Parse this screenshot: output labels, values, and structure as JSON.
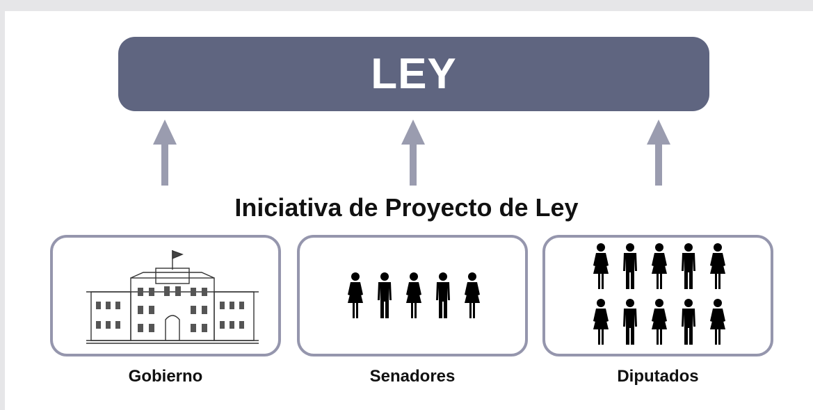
{
  "diagram": {
    "result_label": "LEY",
    "initiative_title": "Iniciativa de Proyecto de Ley",
    "sources": [
      {
        "label": "Gobierno",
        "icon": "government-palace-icon"
      },
      {
        "label": "Senadores",
        "icon": "people-group-icon",
        "people_count": 5
      },
      {
        "label": "Diputados",
        "icon": "people-group-icon",
        "people_count": 10
      }
    ],
    "colors": {
      "bar": "#5f6580",
      "arrow": "#9a9caf",
      "box_border": "#9596ad",
      "background": "#e6e6e8",
      "text": "#111111"
    }
  }
}
